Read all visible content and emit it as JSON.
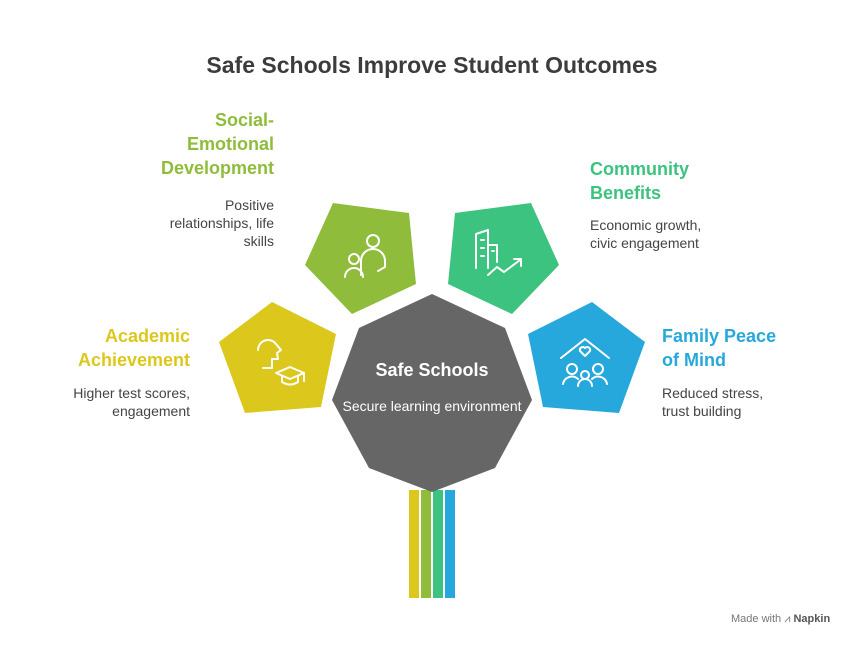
{
  "title": "Safe Schools Improve Student Outcomes",
  "center": {
    "title": "Safe Schools",
    "subtitle": "Secure learning environment",
    "color": "#666666"
  },
  "nodes": [
    {
      "id": "social",
      "heading": "Social-Emotional Development",
      "description": "Positive relationships, life skills",
      "color": "#8fbc3a",
      "icon": "people-icon"
    },
    {
      "id": "community",
      "heading": "Community Benefits",
      "description": "Economic growth, civic engagement",
      "color": "#3cc37f",
      "icon": "city-growth-icon"
    },
    {
      "id": "academic",
      "heading": "Academic Achievement",
      "description": "Higher test scores, engagement",
      "color": "#dcc81c",
      "icon": "graduation-icon"
    },
    {
      "id": "family",
      "heading": "Family Peace of Mind",
      "description": "Reduced stress, trust building",
      "color": "#27a8dc",
      "icon": "family-home-icon"
    }
  ],
  "stem_colors": [
    "#dcc81c",
    "#8fbc3a",
    "#3cc37f",
    "#27a8dc"
  ],
  "watermark": {
    "prefix": "Made with",
    "brand": "Napkin"
  }
}
